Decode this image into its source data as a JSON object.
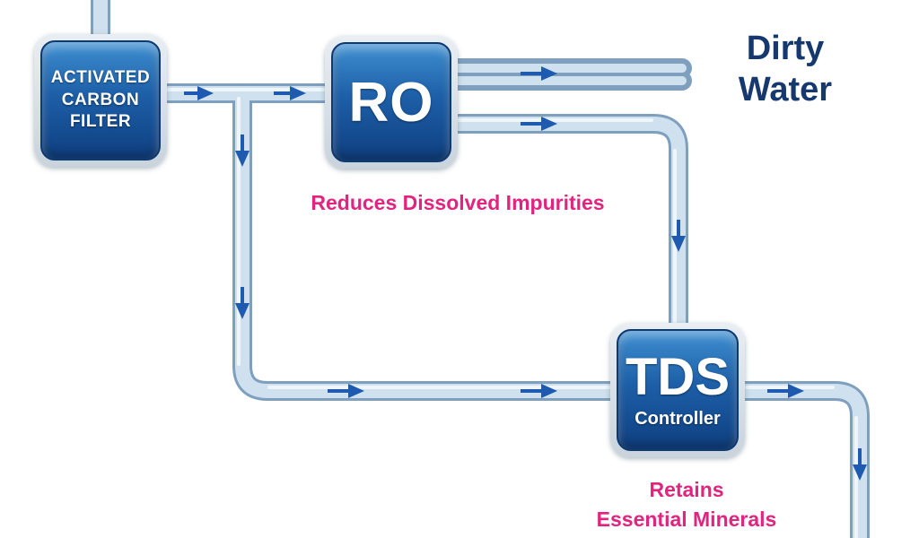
{
  "nodes": {
    "carbon_filter": [
      "ACTIVATED",
      "CARBON",
      "FILTER"
    ],
    "ro": "RO",
    "tds": {
      "main": "TDS",
      "sub": "Controller"
    }
  },
  "labels": {
    "dirty_water": [
      "Dirty",
      "Water"
    ],
    "ro_caption": "Reduces Dissolved Impurities",
    "tds_caption": [
      "Retains",
      "Essential Minerals"
    ]
  },
  "colors": {
    "pipe": "#cfe1ee",
    "pipe_edge": "#7f9fbf",
    "flow_arrow": "#1e5bb0",
    "box_blue": "#1d5fa8",
    "caption_pink": "#e0247f",
    "heading_navy": "#15386e"
  }
}
